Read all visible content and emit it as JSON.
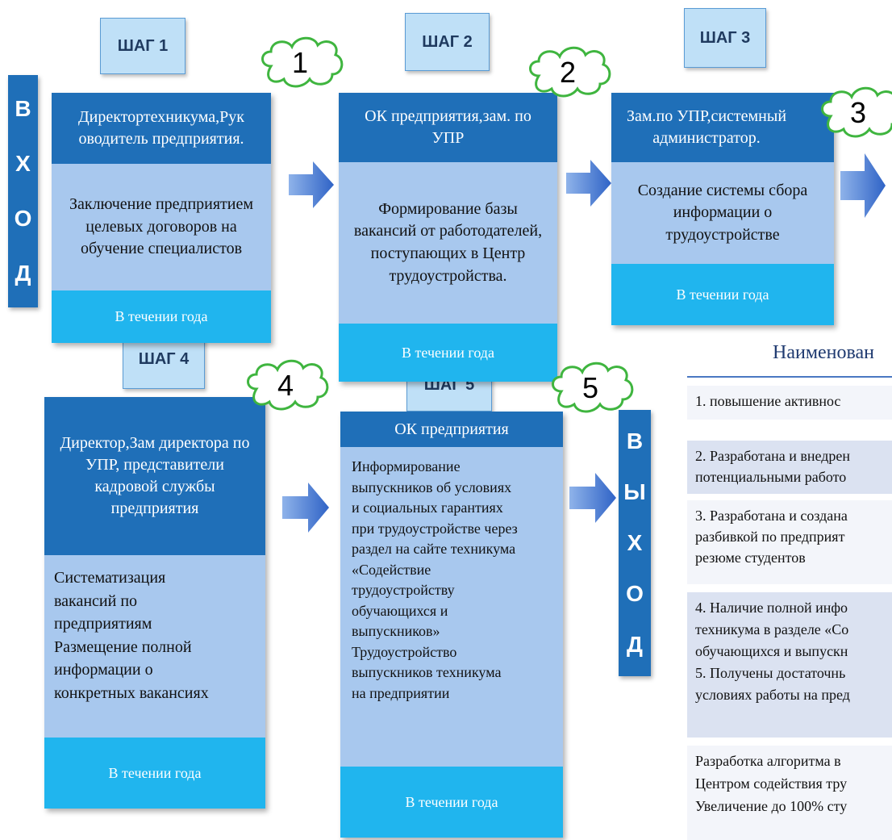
{
  "entry_banner": {
    "letters": [
      "В",
      "Х",
      "О",
      "Д"
    ]
  },
  "exit_banner": {
    "letters": [
      "В",
      "Ы",
      "Х",
      "О",
      "Д"
    ]
  },
  "steps": [
    {
      "label": "ШАГ 1",
      "number": "1",
      "responsible": "Директортехникума,Рук оводитель предприятия.",
      "action": "Заключение предприятием целевых договоров на обучение специалистов",
      "period": "В течении года"
    },
    {
      "label": "ШАГ 2",
      "number": "2",
      "responsible": "ОК предприятия,зам. по УПР",
      "action": "Формирование базы вакансий от работодателей, поступающих в Центр трудоустройства.",
      "period": "В течении года"
    },
    {
      "label": "ШАГ 3",
      "number": "3",
      "responsible": "Зам.по УПР,системный администратор.",
      "action": "Создание системы сбора информации о трудоустройстве",
      "period": "В течении года"
    },
    {
      "label": "ШАГ 4",
      "number": "4",
      "responsible": "Директор,Зам директора по УПР, представители кадровой службы предприятия",
      "action_lines": [
        "Систематизация",
        "вакансий по",
        "предприятиям",
        "Размещение полной",
        "информации о",
        "конкретных вакансиях"
      ],
      "period": "В течении года"
    },
    {
      "label": "ШАГ 5",
      "number": "5",
      "responsible": "ОК предприятия",
      "action_lines": [
        "Информирование",
        "выпускников об условиях",
        "и социальных гарантиях",
        "при трудоустройстве через",
        "раздел на сайте техникума",
        "«Содействие",
        "трудоустройству",
        "обучающихся и",
        "выпускников»",
        "Трудоустройство",
        "выпускников техникума",
        "на предприятии"
      ],
      "period": "В течении года"
    }
  ],
  "results": {
    "title": "Наименован",
    "items": [
      {
        "lines": [
          "1. повышение  активнос"
        ]
      },
      {
        "lines": [
          "2. Разработана и внедрен",
          "потенциальными работо"
        ]
      },
      {
        "lines": [
          "3. Разработана и создана",
          "разбивкой по предприят",
          "резюме студентов"
        ]
      },
      {
        "lines": [
          "4. Наличие полной инфо",
          "техникума в разделе «Со",
          "обучающихся и выпускн",
          "5. Получены достаточнь",
          "условиях работы на пред"
        ]
      },
      {
        "lines": [
          "Разработка алгоритма в",
          "Центром содействия тру",
          "Увеличение до 100% сту"
        ]
      }
    ]
  }
}
